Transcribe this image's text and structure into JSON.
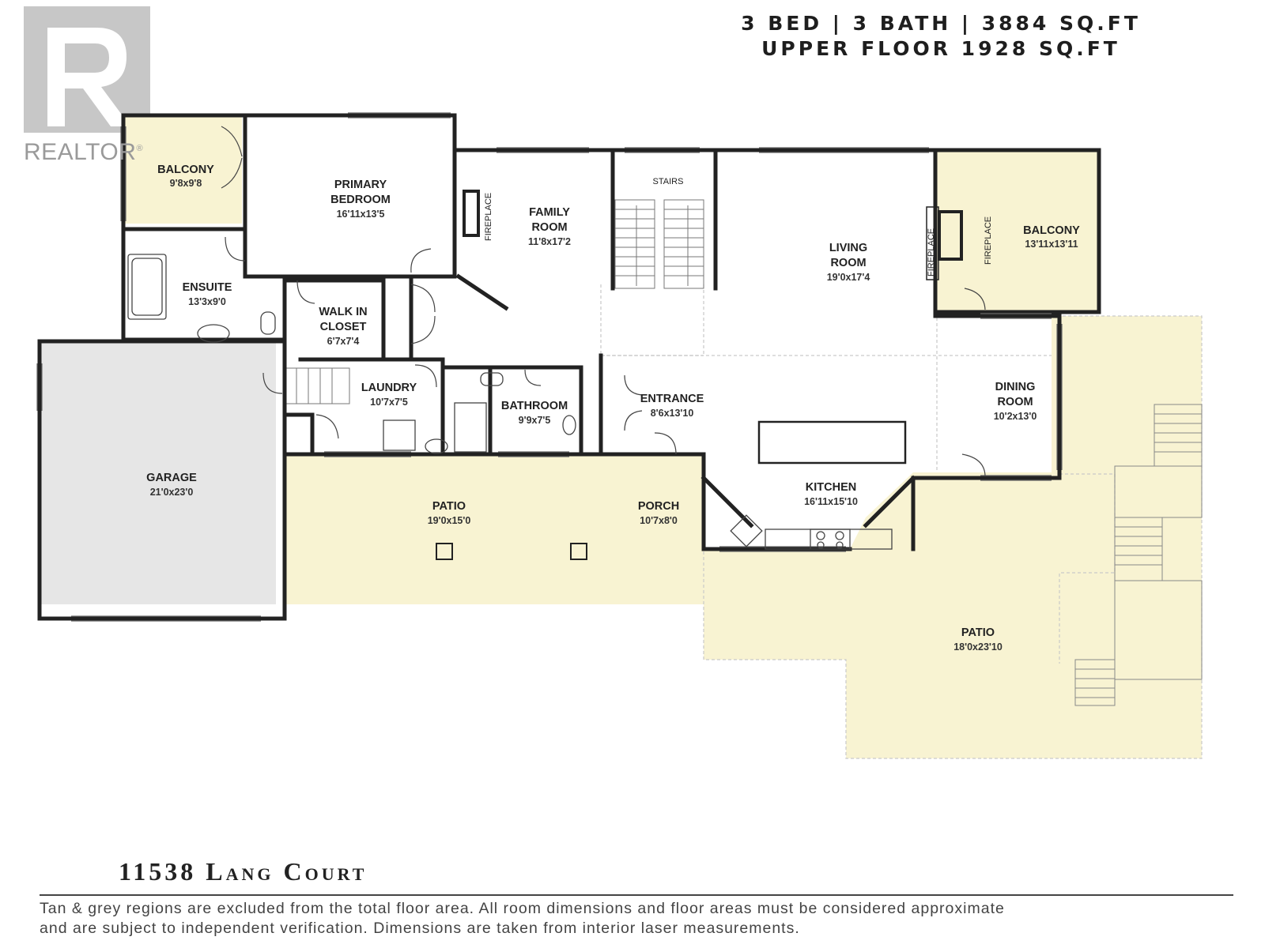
{
  "header": {
    "line1": "3 BED | 3 BATH | 3884 SQ.FT",
    "line2": "UPPER FLOOR 1928 SQ.FT"
  },
  "watermark": {
    "text": "REALTOR",
    "mark": "®"
  },
  "rooms": {
    "balcony_left": {
      "name": "BALCONY",
      "dim": "9'8x9'8"
    },
    "primary_bedroom": {
      "name1": "PRIMARY",
      "name2": "BEDROOM",
      "dim": "16'11x13'5"
    },
    "family_room": {
      "name1": "FAMILY",
      "name2": "ROOM",
      "dim": "11'8x17'2"
    },
    "stairs": {
      "name": "STAIRS"
    },
    "living_room": {
      "name1": "LIVING",
      "name2": "ROOM",
      "dim": "19'0x17'4"
    },
    "balcony_right": {
      "name": "BALCONY",
      "dim": "13'11x13'11"
    },
    "ensuite": {
      "name": "ENSUITE",
      "dim": "13'3x9'0"
    },
    "walk_in_closet": {
      "name1": "WALK IN",
      "name2": "CLOSET",
      "dim": "6'7x7'4"
    },
    "laundry": {
      "name": "LAUNDRY",
      "dim": "10'7x7'5"
    },
    "bathroom": {
      "name": "BATHROOM",
      "dim": "9'9x7'5"
    },
    "entrance": {
      "name": "ENTRANCE",
      "dim": "8'6x13'10"
    },
    "dining_room": {
      "name1": "DINING",
      "name2": "ROOM",
      "dim": "10'2x13'0"
    },
    "garage": {
      "name": "GARAGE",
      "dim": "21'0x23'0"
    },
    "patio_left": {
      "name": "PATIO",
      "dim": "19'0x15'0"
    },
    "porch": {
      "name": "PORCH",
      "dim": "10'7x8'0"
    },
    "kitchen": {
      "name": "KITCHEN",
      "dim": "16'11x15'10"
    },
    "patio_right": {
      "name": "PATIO",
      "dim": "18'0x23'10"
    }
  },
  "fireplace_label": "FIREPLACE",
  "address": "11538 Lang Court",
  "disclaimer": {
    "line1": "Tan & grey regions are excluded from the total floor area. All room dimensions and floor areas must be considered approximate",
    "line2": "and are subject to independent verification. Dimensions are taken from interior laser measurements."
  },
  "colors": {
    "tan": "#f8f3d2",
    "garage_grey": "#e6e6e6",
    "wall": "#222222",
    "watermark": "#9a9a9a"
  }
}
